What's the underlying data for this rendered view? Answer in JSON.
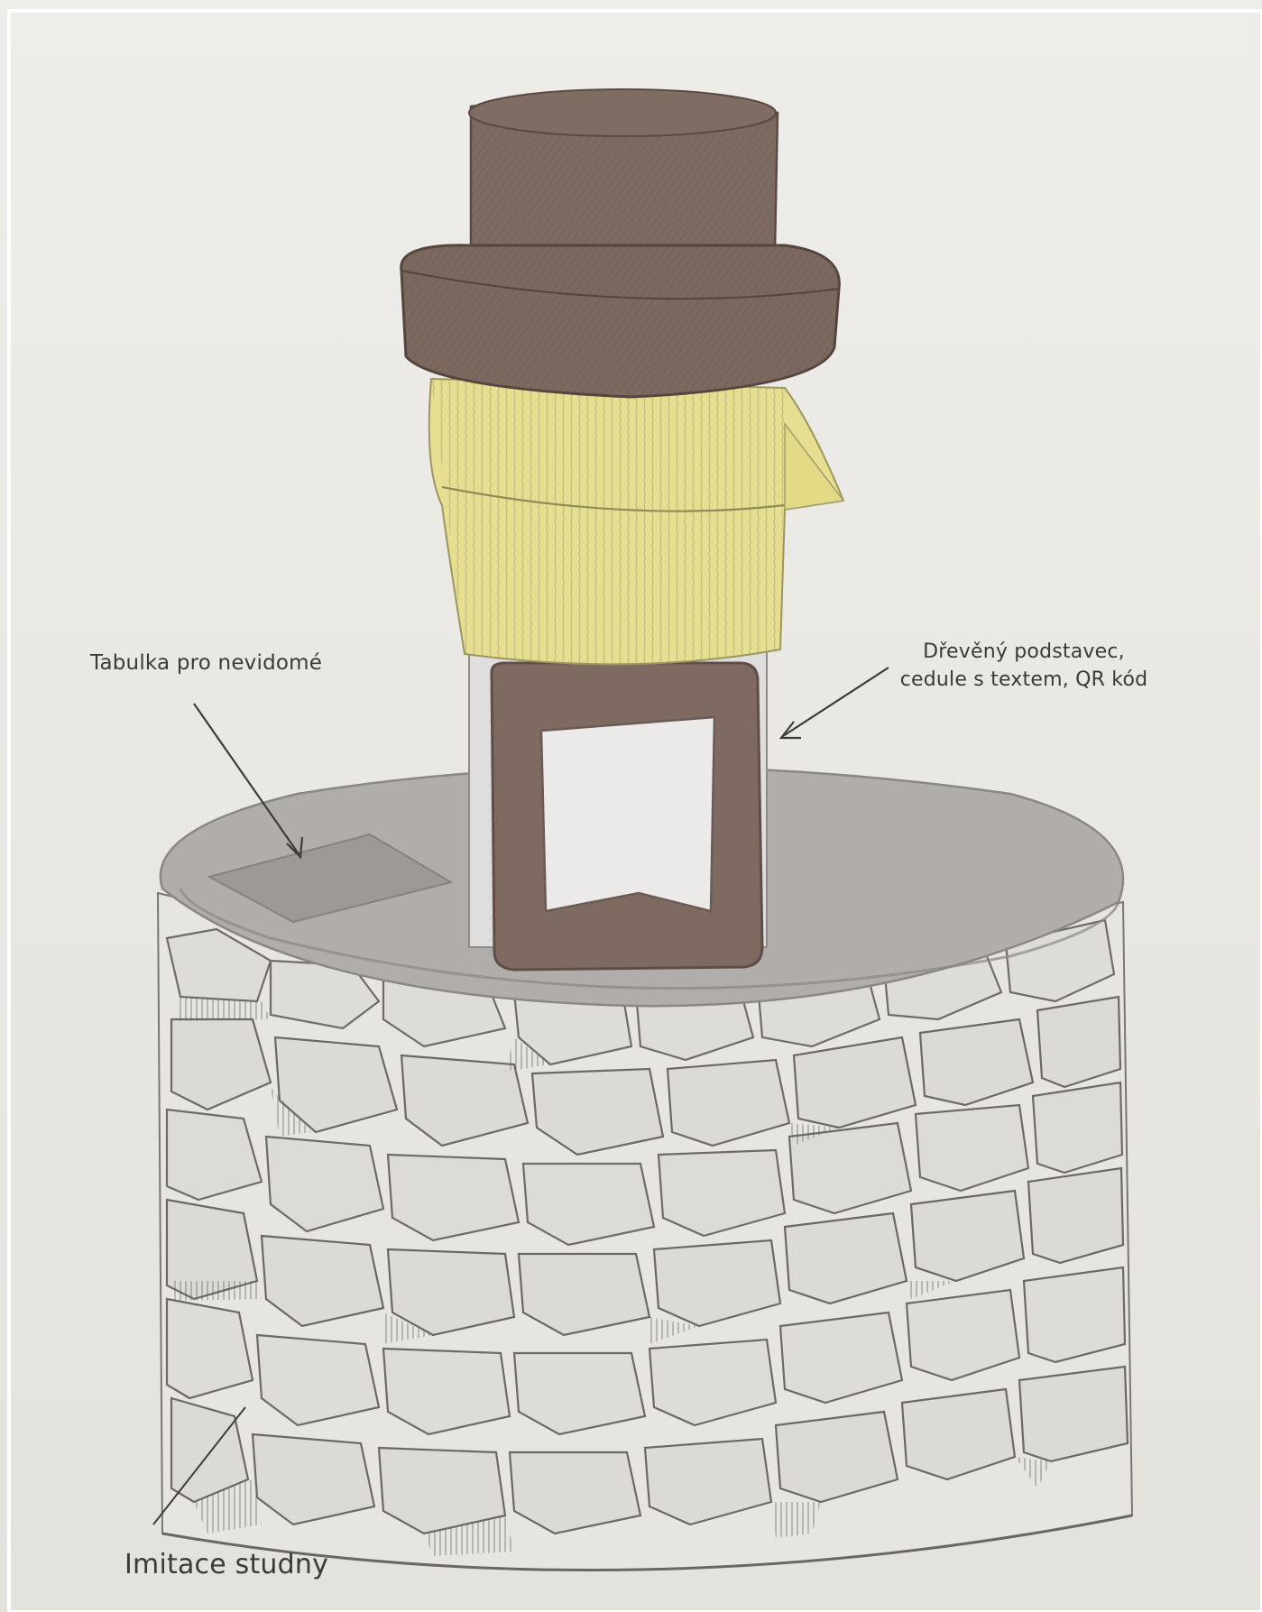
{
  "annotations": {
    "blind_plaque": "Tabulka pro nevidomé",
    "stand_line1": "Dřevěný podstavec,",
    "stand_line2": "cedule s textem, QR kód",
    "well": "Imitace studny"
  },
  "colors": {
    "paper": "#e9e8e4",
    "brown": "#7d6a60",
    "yellow": "#e6df93",
    "stone_top": "#a6a39f",
    "pencil": "#6e6b67"
  }
}
